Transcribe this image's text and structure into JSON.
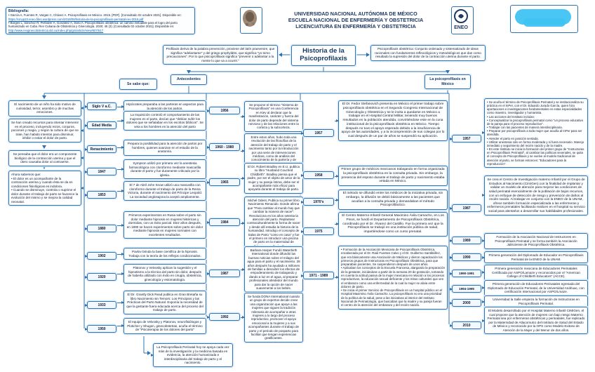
{
  "bibliography": {
    "title": "Bibliografía:",
    "item1": "• García A, Fuentes R, Vargas C, Chávez A. Psicoprofilaxis en México. 2015. [PDF]. [Consultado 02 octubre 2021]. Disponible en:",
    "link1": "https://cmyp23.eneo.files.wordpress.com/2018/08/historia-de-la-psicoprofilaxis-perinatal-rev-2016.pdf",
    "item2": "• Borges L, Sánchez R, Peñalver A, González A, Sixto A. Psicoprofilaxis obstétrica: un camino ineludible para el logro del parto humanizado en Cuba. Rev Cubana de Obstetricia y Ginecología. 2020; 46 (3). [Consultado 02 octubre 2021]. Disponible en:",
    "link2": "http://www.revginecobstetricia.sld.cu/index.php/gin/article/view/607/617"
  },
  "header": {
    "line1": "UNIVERSIDAD NACIONAL AUTÓNOMA DE MÉXICO",
    "line2": "ESCUELA NACIONAL DE ENFERMERÍA Y OBSTETRICIA",
    "line3": "LICENCIATURA EN ENFERMERÍA Y OBSTETRICIA",
    "eneo_label": "ENEO"
  },
  "title": "Historia de la Psicoprofilaxis",
  "definitions": {
    "left": "Profilaxis deriva de la palabra prevención, proviene del latín praevenire, que significa \"adelantarse\" y del griego prophylátto, que significa \"yo tomo precauciones\". Por lo que psicoprofilaxis significa \"prevenir o adelantar a la mente lo que va a ocurrir.\"",
    "right": "Psicoprofilaxis obstétrica: Conjunto ordenado y sistematizado de ideas racionales con fundamentos reflexológicos y metodológicos que dan como resultado la supresión del dolor de la contracción uterina durante el parto."
  },
  "labels": {
    "antecedentes": "Antecedentes",
    "mexico": "La psicoprofilaxis en México",
    "se_sabe_que": "Se sabe que:"
  },
  "known_facts": [
    "El nacimiento de un niño ha sido motivo de curiosidad, terror, asombro y de muchas emociones.",
    "Se han creado recursos para intentar intervenir en el proceso, incluyendo rezos, conjuros, pociones y magia, y según la cultura de que se trate, han habido intentos para disminuir, inhibir o evitar el dolor de parto.",
    "Se pensaba que el dolor era un componente biológico de la contracción uterina y que el útero causaba dolor al contraerse.",
    "Ahora sabemos que:\n• El dolor es un acompañante de la contracción uterina y cuando ésta se da en condiciones fisiológicas es indolora.\n• Cuando se disminuye, controla o suprime el dolor durante el trabajo de parto se favorece la evolución del mismo y se mejora la calidad neonatal."
  ],
  "t1": [
    {
      "era": "Siglo V a.C.",
      "text": "Hipócrates preparaba a las parteras en aspectos para la atención de los partos."
    },
    {
      "era": "Edad Media",
      "text": "La Inquisición controló el comportamiento de las mujeres en el parto, decían que \"debían sufrir los dolores que se señalaban en los escritos bíblicos\". Se veta a los hombres en la atención del parto"
    },
    {
      "era": "Renacimiento",
      "text": "Prepara la posibilidad para la atención de partos por hombres, quienes avanzan en el estudio de la anatomía."
    },
    {
      "era": "1847",
      "text": "Sympson utilizó por primera vez la anestesia farmacológica con cloroformo mediante mascarilla durante el parto y fue duramente criticado por la iglesia."
    },
    {
      "era": "1853",
      "text": "El 7 de Abril John Snow utilizó una mascarilla con cloroformo durante el trabajo de parto de la Reina Victoria, durante el nacimiento del Príncipe Leopold. La sociedad anglosajona la aceptó ampliamente."
    },
    {
      "era": "1880",
      "text": "Primeros experimentos en Rusia sobre el parto sin dolor mediante hipnosis en mujeres histéricas y dormidas, con un éxito parcial. Diez años después, en 1890 se hacen experimentos sobre parto sin dolor mediante hipnosis en mujeres normales con excelentes resultados."
    },
    {
      "era": "1902",
      "text": "Pavlov brinda la base científica de la hipnosis. Trabaja con la teoría de los reflejos condicionados."
    },
    {
      "era": "1920",
      "text": "Platonov y Velvosky aplican la sugestión y el hipnotismo a la técnica del parto sin dolor, después de haberla utilizado con éxito en cirugía, obstetricia, ginecología y estomatología."
    },
    {
      "era": "1933",
      "text": "El Dr. Grantly Dick Read publica en Gran Bretaña su libro Nacimiento sin Temors: Los Principios y las Prácticas del Parto Natural. Exponía la necesidad de que la gestante fuera educada acerca del proceso del trabajo de parto."
    },
    {
      "era": "1950",
      "text": "El equipo de Velvosky y Platonov, neurofisiólogos y Ploticher y Shugon, ginecobstetras, acuña el término de \"Psicoterapia de los dolores del parto\""
    }
  ],
  "t2": [
    {
      "era": "1956",
      "text": "Se propone el término \"Sistema de Psicoprofilaxis\" en una Conferencia en Kiev al declarar que la manifestación, carácter y fuerza del dolor de parto depende del sistema nervioso y de las relaciones entre la corteza y la subcorteza."
    },
    {
      "era": "1960 - 1980",
      "text": "Entre estos años, hubo toda una revolución de las filosofías de la atención del trabajo de parto y el nacimiento tanto por la introducción por una serie de intervenciones médicas, como de análisis del conocimiento de la partería y de avances científicos."
    },
    {
      "era": "1965",
      "text": "El Dr. Robert Bradley en E.U. publica su libro \"Husband Couched Childbirth\". Bradley piensa que el padre, por ser el objeto de amor de la mujer y su pareja íntima, debe ser el acompañante más eficaz para apoyarla durante el trabajo de parto."
    },
    {
      "era": "1984",
      "text": "Michel Odent, Publica su primer libro Nacimiento Renacido. Donde afirma que \"Para cambiar al mundo hay que cambiar la manera de nacer\". Revoluciona en los años setenta la atención del parto. Replantear contraculturalmente la forma de nacer y desde allí estudia la historia de la humanidad. Introdujo el concepto de Salas de Parto \"como en casa\" y fue el primero en introducir una piscina de parto en la maternidad de Pithiviers, en París, Francia."
    },
    {
      "era": "1987",
      "text": "Barbara Harper Fundó Waterbirth International donde difundió las buenas noticias sobre el milagro del agua para el parto y el nacimiento. 28 años después ha ayudado a millones de familias a descubrir los efectos de empoderamiento de trabajando y dando a luz en el agua, al preparar profesionales alrededor del mundo para dar la opción de nacer suavemente a los bebés."
    },
    {
      "era": "1992",
      "text": "Se funda DONA International cuando un grupo de expertos decide crear una organización que apoye a las mujeres que siguen la tradición milenaria de acompañar a otras mujeres a lo largo del proceso reproductivo, promover el apoyo emocional a la mujeres y a sus acompañantes durante el trabajo de parto y el periodo de posparto para facilitar que tengan experiencias gratificantes."
    }
  ],
  "t3": [
    {
      "era": "1957",
      "text": "El Dr. Fedor Stefanovich presenta en México el primer trabajo sobre psicoprofilaxis obstétrica en el Segundo Congreso Internacional de Ginecología y Obstetricia y se le invita a quedarse en México a trabajar en el Hospital Central Militar, teniendo muy buenos resultados en la población atendida, convirtiéndose este en la cuna institucional de la psicoprofilaxis obstétrica en México. Tiempo después no tuvo el apoyo esperado debido a la insuficiencia de apoyo de las autoridades, y a la incomprensión de sus colegas por lo cual después de un par de años se suspendió su aplicación."
    },
    {
      "era": "1958",
      "text": "Primer grupo de médicos mexicanos trabajando en forma organizada la psicoprofilaxis obstétrica en la consulta privada. Sin embargo, la presencia del esposo durante el trabajo de parto y nacimiento estaba vetada en México."
    },
    {
      "era": "1970's",
      "text": "El método se difundió entre los médicos de la iniciativa privada, sin embargo, la difusión se debió básicamente a las pacientes que acudían a la consulta privada y demandaban el método Psicoprofiláctico."
    },
    {
      "era": "1975",
      "text": "El Centro Materno-Infantil General Maximino Ávila Camacho, en Los Pinos, se fundó el Departamento de Psicoprofilaxis Obstétrica, coordinado por el Dr. Álvarez del Castillo. Fue la primera vez que la Psicoprofilaxis se trabajó en una institución pública de salud, impartiéndose como un curso prenatal."
    },
    {
      "era": "1971 - 1989",
      "text": "• Formación de la Asociación Mexicana de Psicoprofilaxis Obstétrica, encabezada por el Dr. Raúl Fuentes Calvo y el Dr. Guillermo Santibáñez, que era básicamente una Asociación de Médicos y dieron capacitación los primeros grupos de Instructoras en Psicoprofilaxis Obstétrica, para que preparaban pacientes. Se suspendieron después de unos años.\n• Aplicaban los conceptos de la Escuela Francesa, alargando la preparación de la gestante, iniciándose a partir de la semana 20 de gestación, tomando en cuenta la actitud pasiva de la mujer mexicana en relación a los procesos reproductivos, la educación sexual deficiente y los mitos culturales que ven el embarazo como una enfermedad de la cual la mujer se alivia entre dolores de parto.\n• Se inicia el primer Servicio de Psicoprofilaxis en un hospital público en el Hospital Maximino Ávila Camacho. La psicoprofilaxis no era una prioridad de la política de la salud, pese a las iniciativas al interior del Instituto Nacional de Perinatología, que buscaban que la madre y su pareja fueran el centro de la atención del embarazo y del recién nacido."
    }
  ],
  "t4": [
    {
      "era": "1957",
      "text": "• Se acuña el término de Psicoprofilaxis Perinatal y se institucionaliza su práctica en el InPer, con el Dr. Eduardo Jurado García, quien hizo aportaciones e investigaciones fundamentales en estas especialidades como maestro, investigador y humanista.\n• Las acciones del Instituto incluían:\n• Conceptualizar la psicoprofilaxis perinatal como \"un proceso educativo de la pareja para el proceso reproductivo\".\n• Trabajar con las pacientes de manera interdisciplinaria.\n• Preparar por psicoprofilaxis a toda mujer que acudía al InPer para ser atendida.\n• Atender el parto en posición sentada.\n• Utilizar anestesia sólo en forma moderada y si fuera necesario. Manejo inmediato y seguimiento del recién nacido y de la madre.\n• En este Instituto se inicia la formación del primer grupo de \"Instructoras en Psicoprofilaxis Perinatal\", al cambiar las políticas sexenales, se quita el concepto de Psicoprofilaxis y se vuelve al modelo tradicional de atención al parto, se forman entonces: \"Educadores para la reproducción\"."
    },
    {
      "era": "1987",
      "text": "Se crea el Centro de Investigación materno Infantil por el Grupo de Estudios al Nacimiento (CimiGen) con la finalidad de implantar y validar un modelo de atención para mejorar las condiciones de salud perinatal esencialmente de la población de bajos recursos, con un enfoque de detección de riesgo y prevención de daños al recién nacido. Al trabajar en conjunto con la ENEO de la UNAM, ofrece también formación especializada a las enfermeras y enfermeros prenatales facilitando realicen en el hospital su servicio social para alentarlos a desarrollar sus habilidades profesionales."
    },
    {
      "era": "1989",
      "text": "Formación de la Asociación Nacional de Instructores en Psicoprofilaxis Perinatal y se forma también la Asociación Jalisciense de Psicoprofilaxis Obstétrica."
    },
    {
      "era": "1990",
      "text": "Primera generación del Diplomado de Educador en Psicoprofilaxis Perinatal de la ENEO de la UNAM."
    },
    {
      "era": "1990-1991",
      "text": "Primera generación mexicana de Educadores Perinatales Certificada por ASPO/Lamaze y reconocidos por el \"American College of Childbirth Educators\" (ACCE)."
    },
    {
      "era": "1994-1995",
      "text": "Primera generación de Educadores Perinatales egresada del Diplomado de Educación Perinatal, de la Universidad Anáhuac, con certificación Internacional por ASPO/Lmaze."
    },
    {
      "era": "2000",
      "text": "Universidad la Salle empieza la formación de Instructoras en Psicoprofilaxis Perinatal."
    },
    {
      "era": "2010",
      "text": "El Modelo desarrollado por el Hospital Materno Infantil CIMIGen, el cual propone que la atención de mujeres con bajo riesgo Materno Perinatal sea por enfermeras obstétricas y perinatales, fue replicado por la Maternidad de Atlacomulco del Instituto de Salud del Estado de México y reconocido por la OPS como Modelo Exitoso de Atención de la Mujer y del Menor de dos años."
    }
  ],
  "footer_note": "La Psicoprofilaxis Perinatal hoy se apoya cada vez más de la investigación y la medicina basada en evidencia, la atención humanizada e interdisciplinaria del trabajo de parto y el nacimiento.",
  "colors": {
    "wire": "#2e74b5",
    "highlight": "#3fc3f2",
    "heading": "#1f3864"
  }
}
